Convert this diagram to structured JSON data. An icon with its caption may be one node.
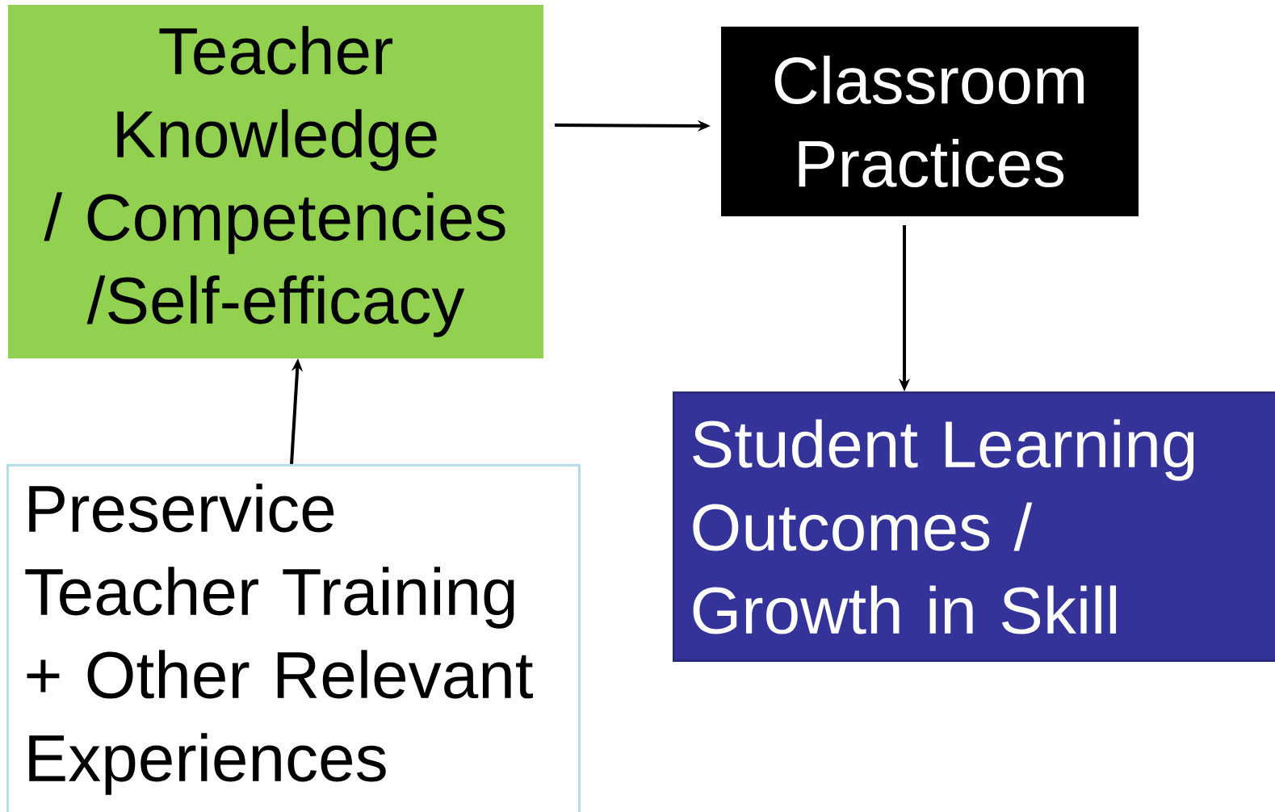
{
  "diagram": {
    "nodes": [
      {
        "text": [
          "Teacher Knowledge / Competencies /Self-efficacy"
        ]
      },
      {
        "text": [
          "Classroom Practices"
        ]
      },
      {
        "text": [
          "Student Learning Outcomes / Growth in Skill"
        ]
      },
      {
        "text": [
          "Preservice Teacher Training + Other Relevant Experiences"
        ]
      }
    ],
    "edges": [
      {
        "from": 0,
        "to": 1,
        "arrow": "to"
      },
      {
        "from": 1,
        "to": 2,
        "arrow": "to"
      },
      {
        "from": 3,
        "to": 0,
        "arrow": "to"
      }
    ]
  }
}
